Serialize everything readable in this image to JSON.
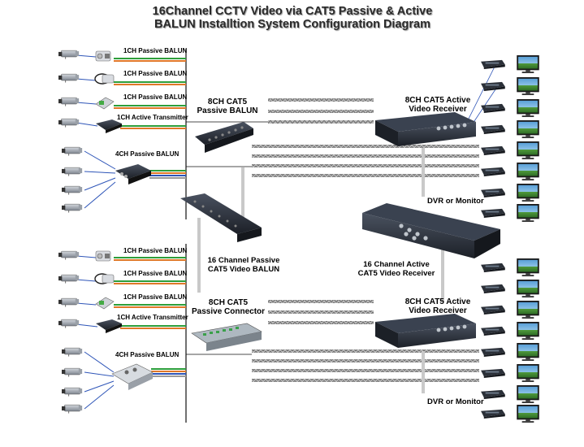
{
  "title": {
    "line1": "16Channel CCTV Video via CAT5 Passive & Active",
    "line2": "BALUN Installtion System Configuration Diagram"
  },
  "top_section": {
    "baluns": [
      "1CH Passive BALUN",
      "1CH Passive BALUN",
      "1CH Passive BALUN",
      "1CH Active Transmitter"
    ],
    "balun_4ch": "4CH Passive BALUN",
    "passive_8ch": {
      "line1": "8CH CAT5",
      "line2": "Passive   BALUN"
    },
    "receiver": {
      "line1": "8CH CAT5 Active",
      "line2": "Video Receiver"
    },
    "dvr": "DVR or Monitor"
  },
  "center": {
    "passive_16ch": {
      "line1": "16 Channel Passive",
      "line2": "CAT5 Video BALUN"
    },
    "active_16ch": {
      "line1": "16 Channel Active",
      "line2": "CAT5 Video Receiver"
    }
  },
  "bottom_section": {
    "baluns": [
      "1CH Passive BALUN",
      "1CH Passive BALUN",
      "1CH Passive BALUN",
      "1CH Active Transmitter"
    ],
    "balun_4ch": "4CH Passive BALUN",
    "connector_8ch": {
      "line1": "8CH CAT5",
      "line2": "Passive Connector"
    },
    "receiver": {
      "line1": "8CH CAT5 Active",
      "line2": "Video Receiver"
    },
    "dvr": "DVR or Monitor"
  },
  "colors": {
    "wire_green": "#2e9e3a",
    "wire_orange": "#e07828",
    "wire_blue": "#2e55b8",
    "wire_gray": "#9a9a9a",
    "device_dark": "#2b3038",
    "monitor_screen": "#3e8a3e"
  },
  "icons": [
    "camera-icon",
    "balun-icon",
    "transmitter-icon",
    "balun-4ch-icon",
    "balun-16ch-icon",
    "receiver-8ch-icon",
    "receiver-16ch-icon",
    "connector-8ch-icon",
    "dvr-icon",
    "monitor-icon"
  ]
}
